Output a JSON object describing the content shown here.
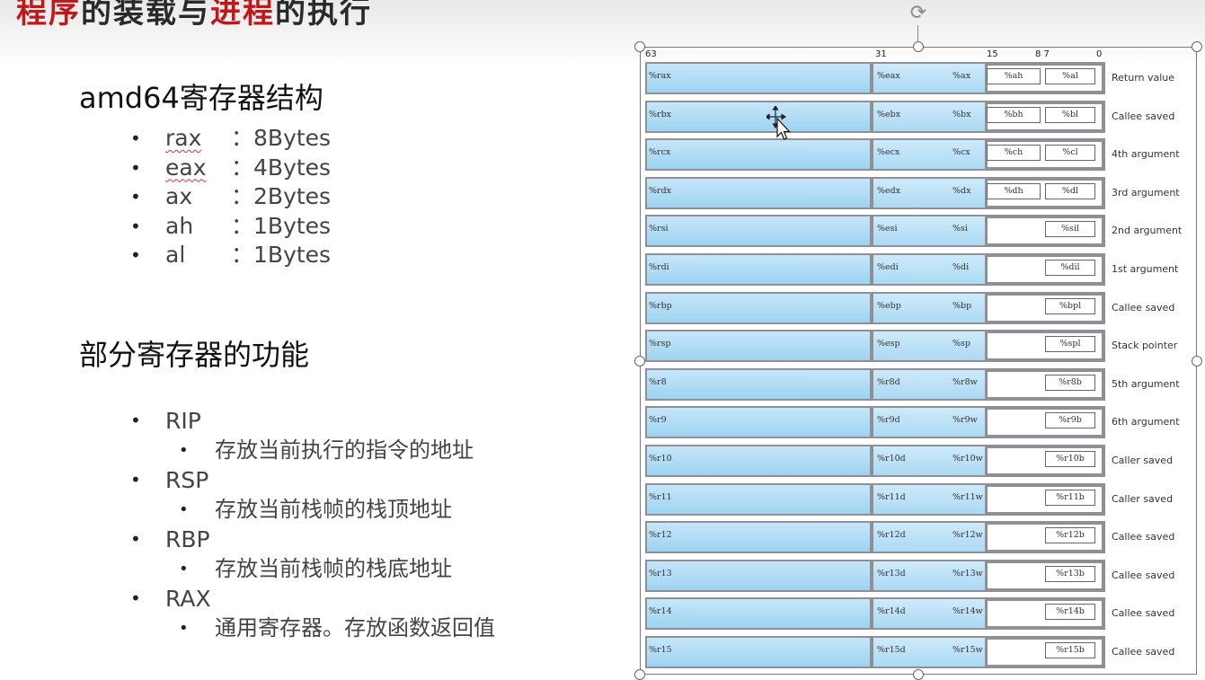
{
  "title": {
    "part1": "程序",
    "part2": "的装载与",
    "part3": "进程",
    "part4": "的执行"
  },
  "section1": {
    "heading": "amd64寄存器结构",
    "items": [
      {
        "reg": "rax",
        "sep": "：",
        "size": "8Bytes"
      },
      {
        "reg": "eax",
        "sep": "：",
        "size": "4Bytes"
      },
      {
        "reg": "ax",
        "sep": "：",
        "size": "2Bytes"
      },
      {
        "reg": "ah",
        "sep": "：",
        "size": "1Bytes"
      },
      {
        "reg": "al",
        "sep": "：",
        "size": "1Bytes"
      }
    ]
  },
  "section2": {
    "heading": "部分寄存器的功能",
    "items": [
      {
        "name": "RIP",
        "desc": "存放当前执行的指令的地址"
      },
      {
        "name": "RSP",
        "desc": "存放当前栈帧的栈顶地址"
      },
      {
        "name": "RBP",
        "desc": "存放当前栈帧的栈底地址"
      },
      {
        "name": "RAX",
        "desc": "通用寄存器。存放函数返回值"
      }
    ]
  },
  "figure": {
    "bit_labels": [
      "63",
      "31",
      "15",
      "8 7",
      "0"
    ],
    "registers": [
      {
        "r64": "%rax",
        "r32": "%eax",
        "r16": "%ax",
        "hi": "%ah",
        "lo": "%al",
        "role": "Return value"
      },
      {
        "r64": "%rbx",
        "r32": "%ebx",
        "r16": "%bx",
        "hi": "%bh",
        "lo": "%bl",
        "role": "Callee saved"
      },
      {
        "r64": "%rcx",
        "r32": "%ecx",
        "r16": "%cx",
        "hi": "%ch",
        "lo": "%cl",
        "role": "4th argument"
      },
      {
        "r64": "%rdx",
        "r32": "%edx",
        "r16": "%dx",
        "hi": "%dh",
        "lo": "%dl",
        "role": "3rd argument"
      },
      {
        "r64": "%rsi",
        "r32": "%esi",
        "r16": "%si",
        "hi": "",
        "lo": "%sil",
        "role": "2nd argument"
      },
      {
        "r64": "%rdi",
        "r32": "%edi",
        "r16": "%di",
        "hi": "",
        "lo": "%dil",
        "role": "1st argument"
      },
      {
        "r64": "%rbp",
        "r32": "%ebp",
        "r16": "%bp",
        "hi": "",
        "lo": "%bpl",
        "role": "Callee saved"
      },
      {
        "r64": "%rsp",
        "r32": "%esp",
        "r16": "%sp",
        "hi": "",
        "lo": "%spl",
        "role": "Stack pointer"
      },
      {
        "r64": "%r8",
        "r32": "%r8d",
        "r16": "%r8w",
        "hi": "",
        "lo": "%r8b",
        "role": "5th argument"
      },
      {
        "r64": "%r9",
        "r32": "%r9d",
        "r16": "%r9w",
        "hi": "",
        "lo": "%r9b",
        "role": "6th argument"
      },
      {
        "r64": "%r10",
        "r32": "%r10d",
        "r16": "%r10w",
        "hi": "",
        "lo": "%r10b",
        "role": "Caller saved"
      },
      {
        "r64": "%r11",
        "r32": "%r11d",
        "r16": "%r11w",
        "hi": "",
        "lo": "%r11b",
        "role": "Caller saved"
      },
      {
        "r64": "%r12",
        "r32": "%r12d",
        "r16": "%r12w",
        "hi": "",
        "lo": "%r12b",
        "role": "Callee saved"
      },
      {
        "r64": "%r13",
        "r32": "%r13d",
        "r16": "%r13w",
        "hi": "",
        "lo": "%r13b",
        "role": "Callee saved"
      },
      {
        "r64": "%r14",
        "r32": "%r14d",
        "r16": "%r14w",
        "hi": "",
        "lo": "%r14b",
        "role": "Callee saved"
      },
      {
        "r64": "%r15",
        "r32": "%r15d",
        "r16": "%r15w",
        "hi": "",
        "lo": "%r15b",
        "role": "Callee saved"
      }
    ]
  }
}
